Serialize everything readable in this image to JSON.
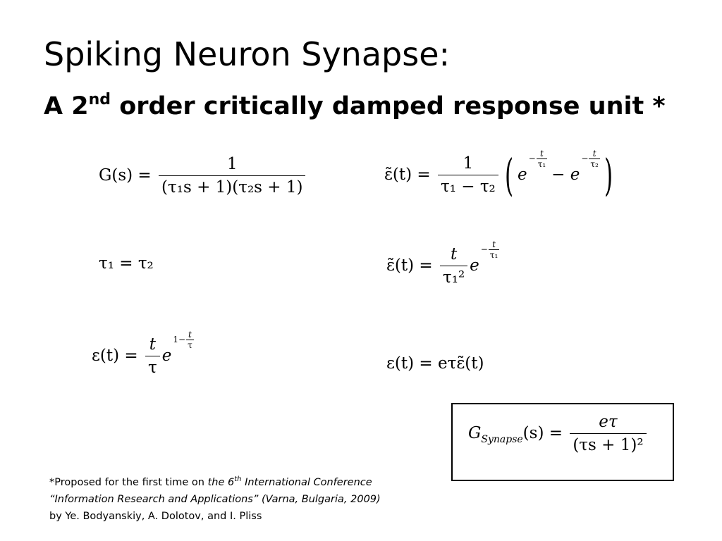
{
  "title": "Spiking Neuron Synapse:",
  "subtitle": {
    "prefix": "A 2",
    "superscript": "nd",
    "suffix": " order critically damped response unit *"
  },
  "footnote": {
    "prefix": "*Proposed for the first time on ",
    "italic_1": "the 6",
    "italic_sup": "th",
    "italic_2": " International Conference “Information Research and  Applications” (Varna, Bulgaria, 2009)",
    "suffix": " by Ye. Bodyanskiy, A. Dolotov, and I. Pliss"
  },
  "equations": {
    "transfer": {
      "lhs": "G(s) =",
      "num": "1",
      "den": "(τ₁s + 1)(τ₂s + 1)"
    },
    "tau_equal": "τ₁ = τ₂",
    "eps_simple": {
      "lhs": "ε(t) =",
      "num": "t",
      "den": "τ",
      "e": "e",
      "exp_a": "1−",
      "exp_num": "t",
      "exp_den": "τ"
    },
    "eps_tilde_diff": {
      "lhs": "ε̃(t) =",
      "num": "1",
      "den": "τ₁ − τ₂",
      "e1": "e",
      "minus1": "−",
      "n1": "t",
      "d1": "τ₁",
      "mid": "− e",
      "minus2": "−",
      "n2": "t",
      "d2": "τ₂"
    },
    "eps_tilde_crit": {
      "lhs": "ε̃(t) =",
      "num": "t",
      "den": "τ₁²",
      "e": "e",
      "minus": "−",
      "exp_num": "t",
      "exp_den": "τ₁"
    },
    "eps_scaled": "ε(t) = eτε̃(t)",
    "synapse": {
      "lhs_main": "G",
      "lhs_sub": "Synapse",
      "lhs_rest": "(s) =",
      "num": "eτ",
      "den": "(τs + 1)²"
    }
  }
}
